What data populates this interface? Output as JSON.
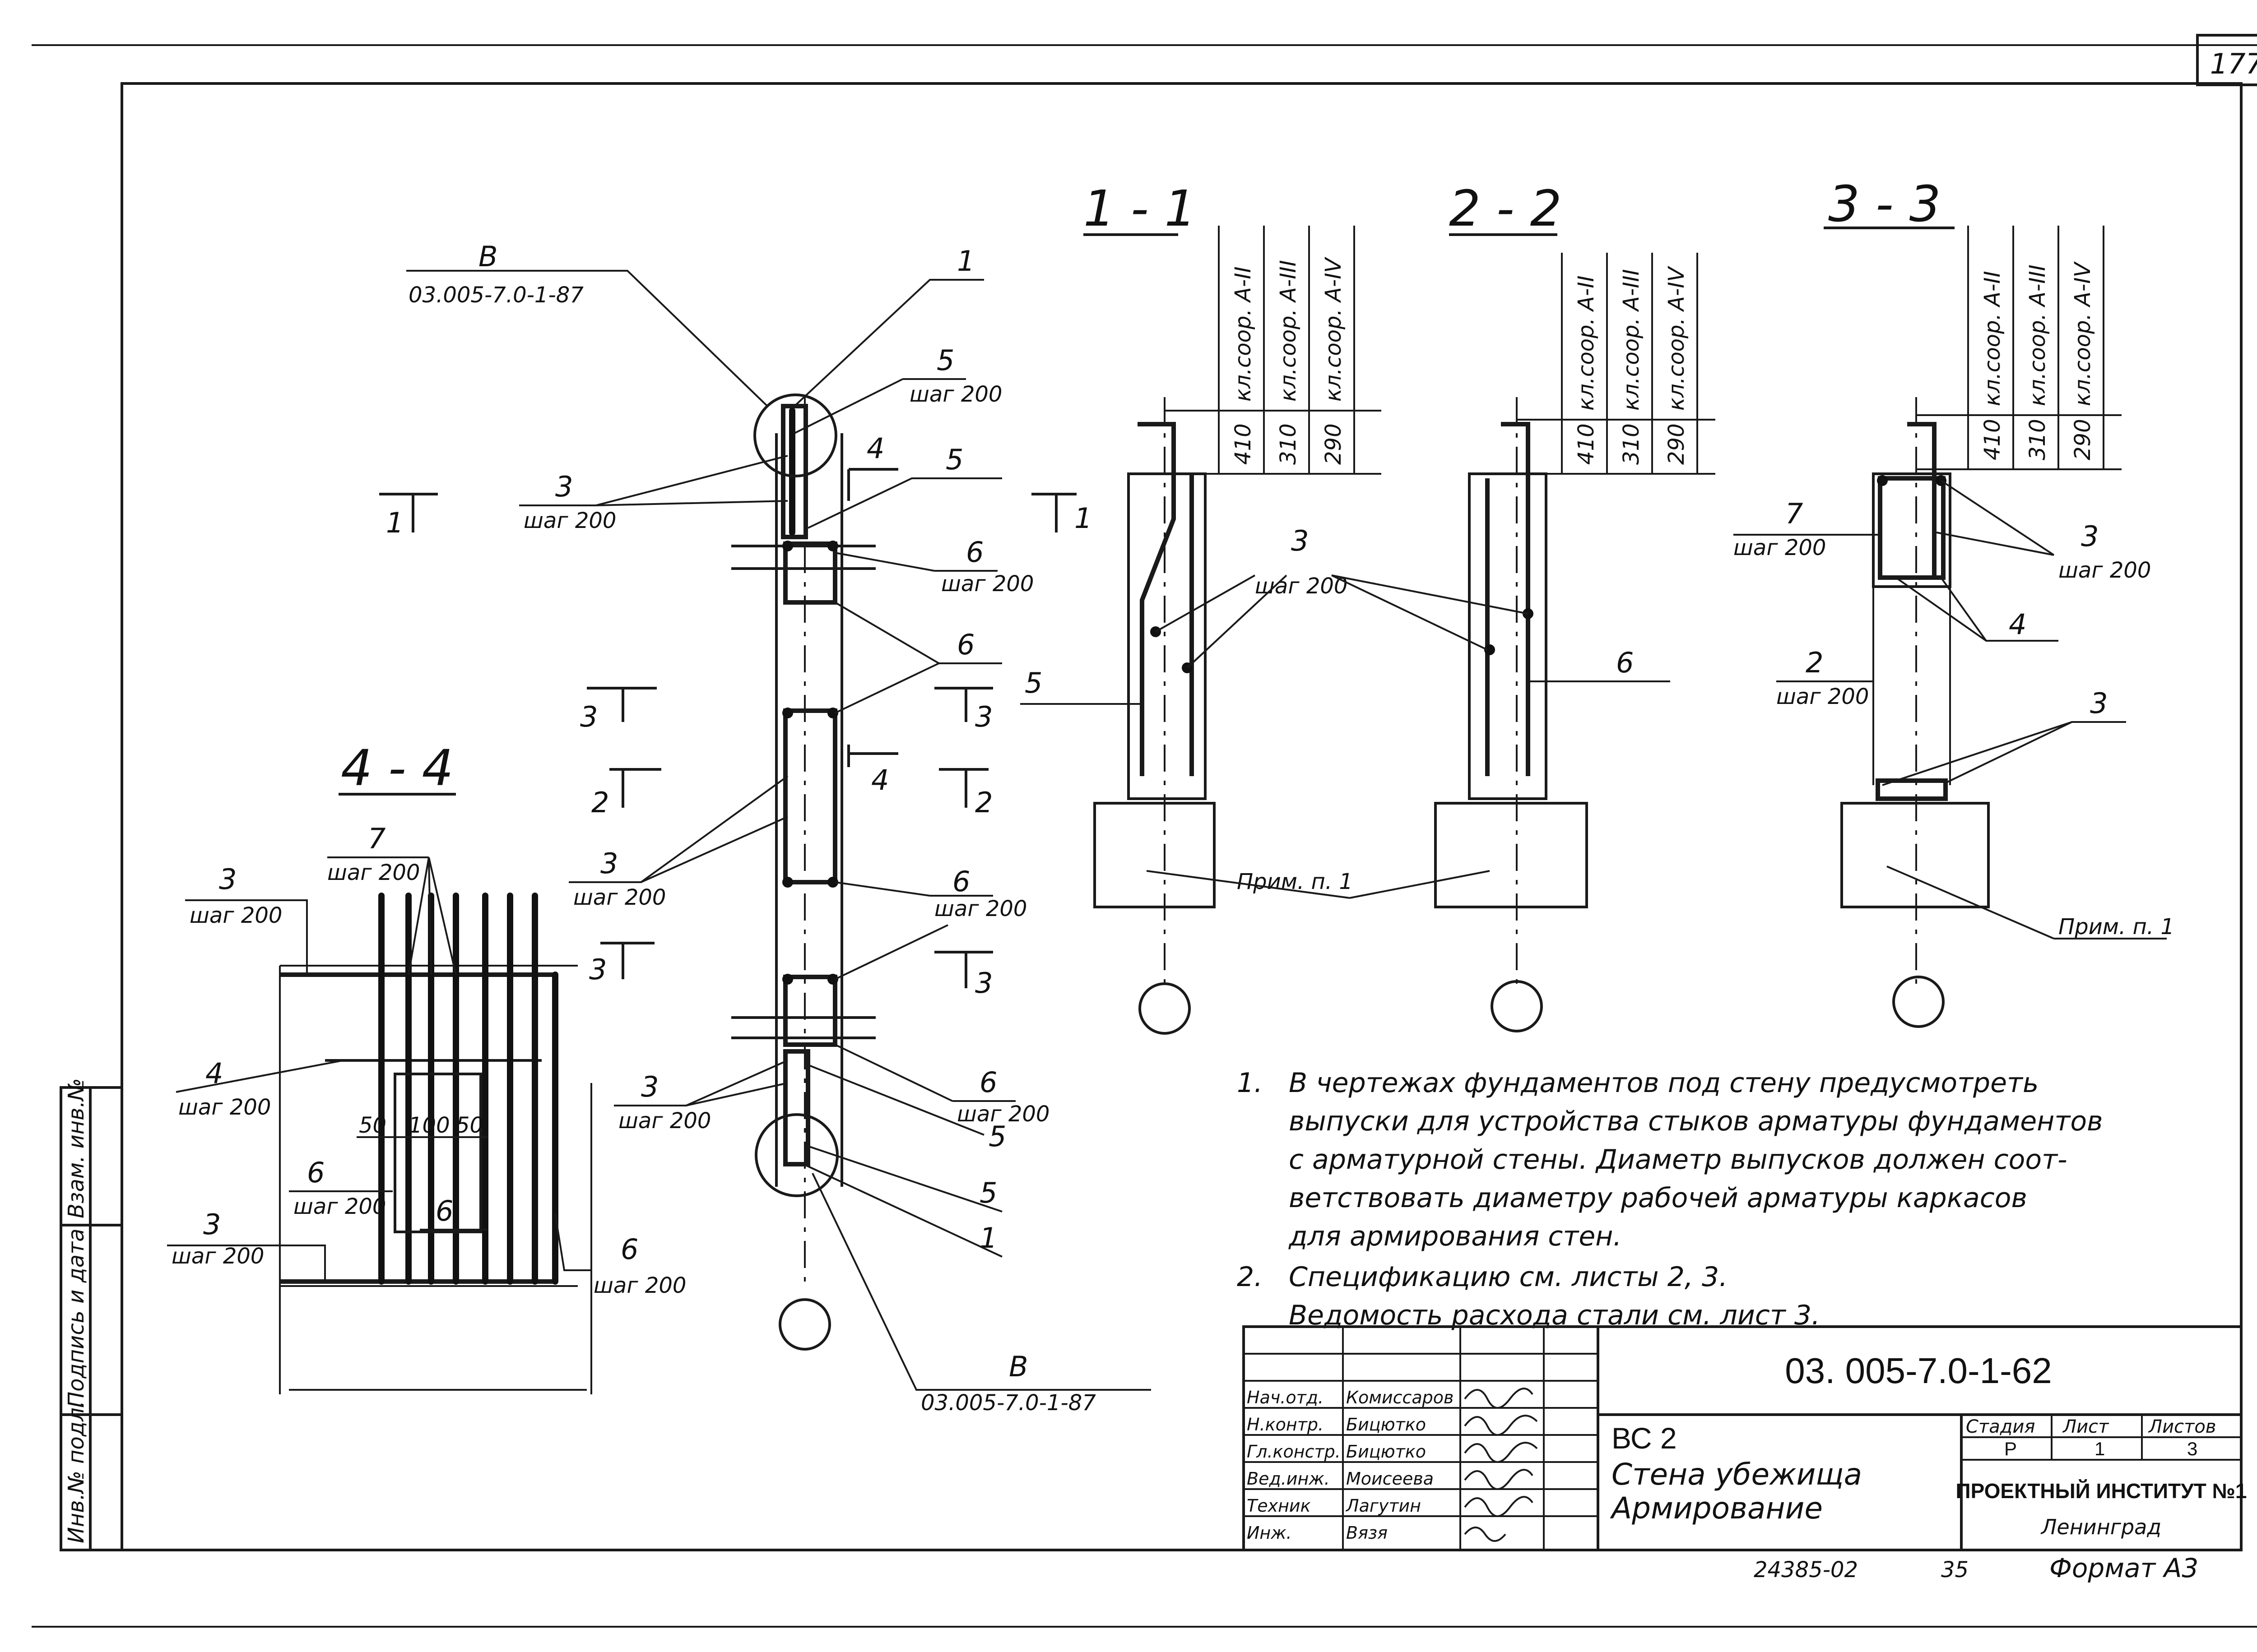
{
  "sheet_number": "177",
  "sections": {
    "s11": "1 - 1",
    "s22": "2 - 2",
    "s33": "3 - 3",
    "s44": "4 - 4"
  },
  "class_labels": [
    "кл.соор. А-II",
    "кл.соор. А-III",
    "кл.соор. А-IV"
  ],
  "heights": [
    "410",
    "310",
    "290"
  ],
  "refs": {
    "b_letter": "В",
    "b_code": "03.005-7.0-1-87"
  },
  "pitch": "шаг 200",
  "prim": "Прим. п. 1",
  "pos": {
    "p1": "1",
    "p2": "2",
    "p3": "3",
    "p4": "4",
    "p5": "5",
    "p6": "6",
    "p7": "7"
  },
  "dims": {
    "d50a": "50",
    "d100": "100",
    "d50b": "50"
  },
  "notes": {
    "n1_num": "1.",
    "n1_l1": "В чертежах  фундаментов под стену предусмотреть",
    "n1_l2": "выпуски для устройства стыков арматуры фундаментов",
    "n1_l3": "с арматурной стены. Диаметр выпусков должен соот-",
    "n1_l4": "ветствовать диаметру рабочей арматуры каркасов",
    "n1_l5": "для армирования стен.",
    "n2_num": "2.",
    "n2_l1": "Спецификацию см. листы 2, 3.",
    "n2_l2": "Ведомость расхода стали см. лист 3."
  },
  "title_block": {
    "code": "03. 005-7.0-1-62",
    "mark": "ВС 2",
    "name_l1": "Стена убежища",
    "name_l2": "Армирование",
    "stage_h": "Стадия",
    "sheet_h": "Лист",
    "sheets_h": "Листов",
    "stage": "Р",
    "sheet": "1",
    "sheets": "3",
    "org_l1": "ПРОЕКТНЫЙ ИНСТИТУТ №1",
    "org_l2": "Ленинград",
    "roles": [
      {
        "role": "Нач.отд.",
        "name": "Комиссаров"
      },
      {
        "role": "Н.контр.",
        "name": "Бицютко"
      },
      {
        "role": "Гл.констр.",
        "name": "Бицютко"
      },
      {
        "role": "Вед.инж.",
        "name": "Моисеева"
      },
      {
        "role": "Техник",
        "name": "Лагутин"
      },
      {
        "role": "Инж.",
        "name": "Вязя"
      }
    ]
  },
  "side_stamp": [
    "Инв.№ подл.",
    "Подпись и дата",
    "Взам. инв.№"
  ],
  "footer": {
    "order": "24385-02",
    "num": "35",
    "format": "Формат А3"
  }
}
